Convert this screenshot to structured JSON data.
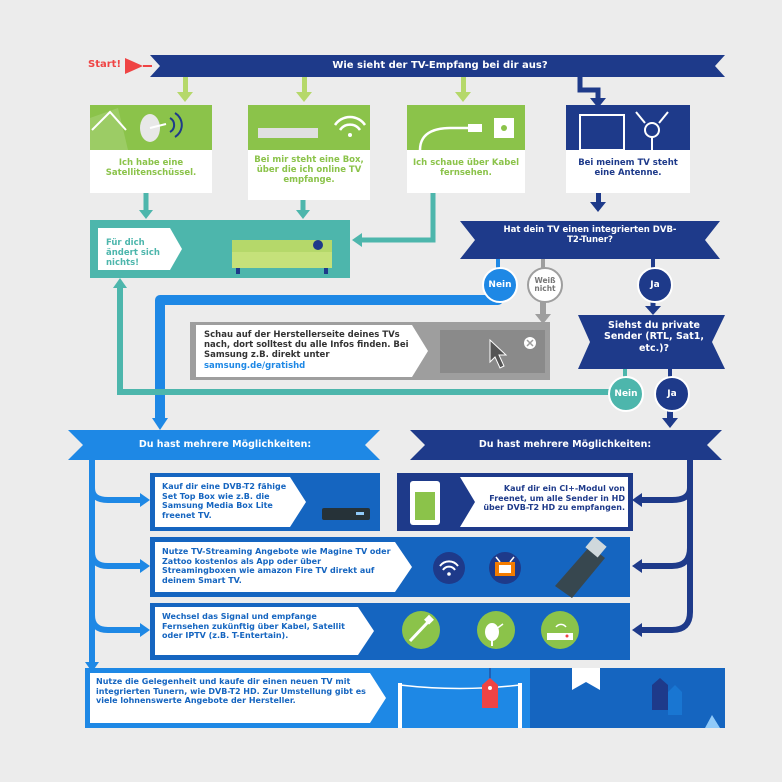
{
  "start": {
    "label": "Start!"
  },
  "question_main": "Wie sieht der TV-Empfang bei dir aus?",
  "options": {
    "satellite": "Ich habe eine Satellitenschüssel.",
    "box": "Bei mir steht eine Box, über die ich online TV empfange.",
    "cable": "Ich schaue über Kabel fernsehen.",
    "antenna": "Bei meinem TV steht eine Antenne."
  },
  "no_change": "Für dich ändert sich nichts!",
  "question_tuner": "Hat dein TV einen integrierten DVB-T2-Tuner?",
  "answers": {
    "nein": "Nein",
    "weiss_nicht": "Weiß nicht",
    "ja": "Ja",
    "nein2": "Nein",
    "ja2": "Ja"
  },
  "manufacturer_text": "Schau auf der Herstellerseite deines TVs nach, dort solltest du alle Infos finden. Bei Samsung z.B. direkt unter",
  "manufacturer_link": "samsung.de/gratishd",
  "question_private": "Siehst du private Sender (RTL, Sat1, etc.)?",
  "options_header_left": "Du hast mehrere Möglichkeiten:",
  "options_header_right": "Du hast mehrere Möglichkeiten:",
  "option_settop": "Kauf dir eine DVB-T2 fähige Set Top Box wie z.B. die Samsung Media Box Lite freenet TV.",
  "option_ci": "Kauf dir ein CI+-Modul von Freenet, um alle Sender in HD über DVB-T2 HD zu empfangen.",
  "option_streaming": "Nutze TV-Streaming Angebote wie Magine TV oder Zattoo kostenlos als App oder über Streamingboxen wie amazon Fire TV direkt auf deinem Smart TV.",
  "option_signal": "Wechsel das Signal und empfange Fernsehen zukünftig über Kabel, Satellit oder IPTV (z.B. T-Entertain).",
  "option_newtv": "Nutze die Gelegenheit und kaufe dir einen neuen TV mit integrierten Tunern, wie DVB-T2 HD. Zur Umstellung gibt es viele lohnenswerte Angebote der Hersteller.",
  "icons": [
    "satellite-dish-icon",
    "wifi-icon",
    "cable-plug-icon",
    "antenna-icon",
    "sofa-icon",
    "cursor-icon",
    "close-icon",
    "set-top-box-icon",
    "ci-module-icon",
    "tv-icon",
    "streaming-stick-icon",
    "cable-icon",
    "price-tag-icon"
  ],
  "colors": {
    "background": "#ececec",
    "navy": "#1e3a8a",
    "blue": "#1565c0",
    "lightblue": "#1e88e5",
    "green": "#8bc34a",
    "lightgreen": "#b5d86a",
    "teal": "#4db6ac",
    "grey": "#9e9e9e",
    "red": "#ef4444"
  }
}
